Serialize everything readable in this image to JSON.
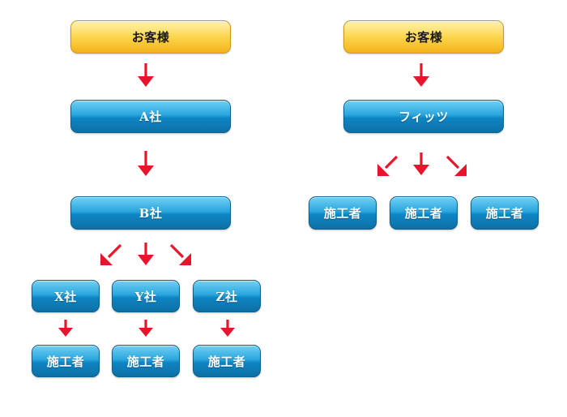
{
  "left": {
    "customer": "お客様",
    "company_a": "A社",
    "company_b": "B社",
    "subcontractors": [
      "X社",
      "Y社",
      "Z社"
    ],
    "contractors": [
      "施工者",
      "施工者",
      "施工者"
    ]
  },
  "right": {
    "customer": "お客様",
    "provider": "フィッツ",
    "contractors": [
      "施工者",
      "施工者",
      "施工者"
    ]
  },
  "colors": {
    "customer_box": "#f7c22e",
    "company_box": "#1a98d5",
    "arrow": "#e8142c"
  }
}
